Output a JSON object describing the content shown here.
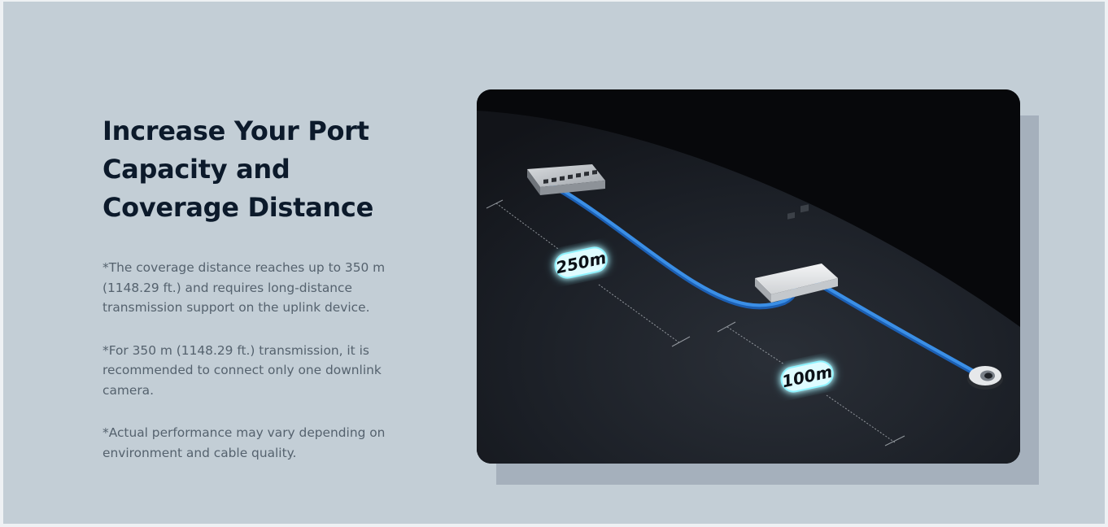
{
  "heading": {
    "line1": "Increase Your Port",
    "line2": "Capacity and",
    "line3": "Coverage Distance"
  },
  "notes": [
    "*The coverage distance reaches up to 350 m (1148.29 ft.) and requires long-distance transmission support on the uplink device.",
    "*For 350 m (1148.29 ft.) transmission, it is recommended to connect only one downlink camera.",
    "*Actual performance may vary depending on environment and cable quality."
  ],
  "diagram": {
    "segment_1_label": "250m",
    "segment_2_label": "100m",
    "cable_color": "#3b8fe6",
    "label_glow_color": "#8ff3ff"
  },
  "colors": {
    "page_background": "#c3ced6",
    "heading": "#0c1a2b",
    "body_text": "#55626e",
    "shadow_block": "#a5b0bc",
    "scene_background": "#0b0d11"
  }
}
